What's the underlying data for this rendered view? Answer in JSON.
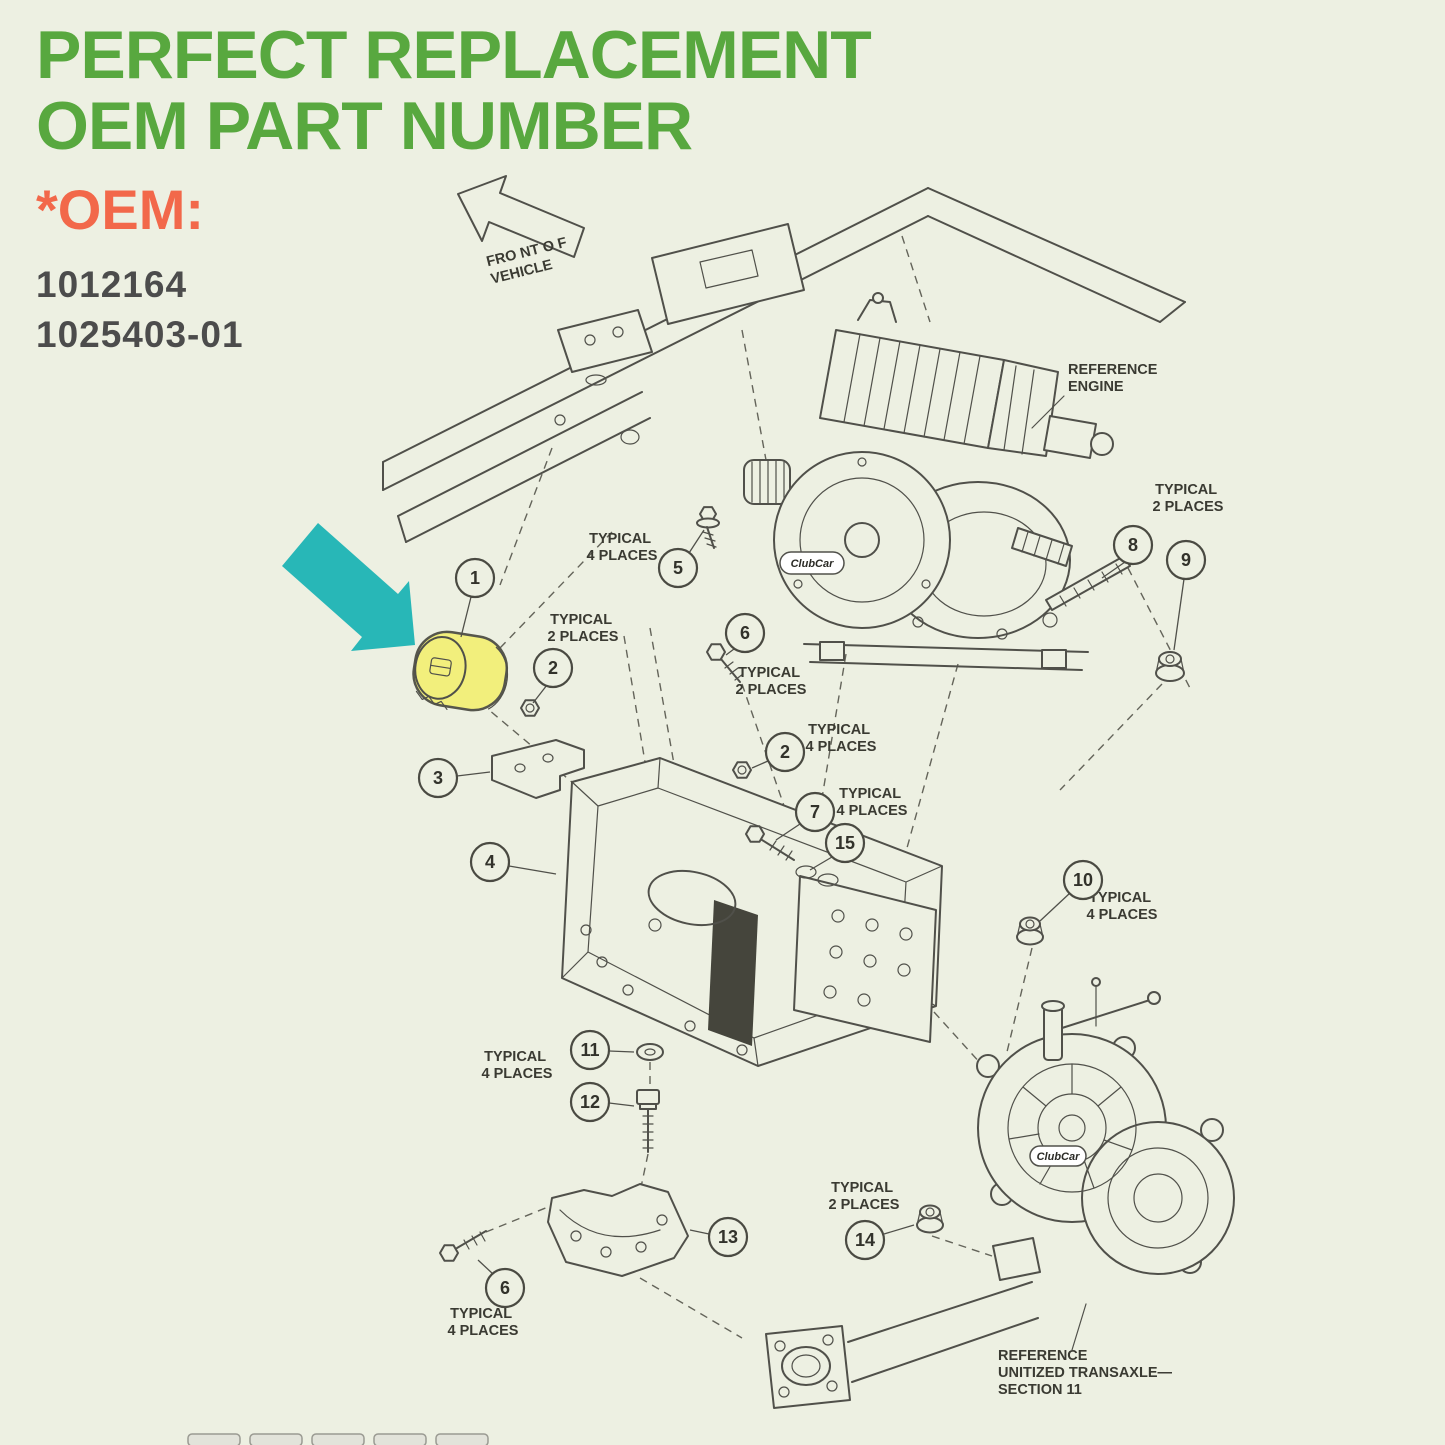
{
  "header": {
    "title_line1": "PERFECT REPLACEMENT",
    "title_line2": "OEM PART NUMBER",
    "oem_label": "*OEM:",
    "part_number_1": "1012164",
    "part_number_2": "1025403-01"
  },
  "colors": {
    "background": "#edf0e2",
    "title_green": "#58a83f",
    "oem_orange": "#f2684a",
    "part_number_gray": "#4c4c4c",
    "line": "#50504a",
    "highlight_yellow": "#f2ef7c",
    "arrow_teal": "#28b7b7"
  },
  "diagram": {
    "brand": "ClubCar",
    "front_arrow": {
      "l1": "FRO NT O F",
      "l2": "VEHICLE"
    },
    "ref_engine": {
      "l1": "REFERENCE",
      "l2": "ENGINE"
    },
    "ref_transaxle": {
      "l1": "REFERENCE",
      "l2": "UNITIZED TRANSAXLE—",
      "l3": "SECTION 11"
    },
    "callouts": [
      {
        "num": "1"
      },
      {
        "num": "2"
      },
      {
        "num": "3"
      },
      {
        "num": "4"
      },
      {
        "num": "5"
      },
      {
        "num": "6"
      },
      {
        "num": "2"
      },
      {
        "num": "7"
      },
      {
        "num": "15"
      },
      {
        "num": "8"
      },
      {
        "num": "9"
      },
      {
        "num": "10"
      },
      {
        "num": "11"
      },
      {
        "num": "12"
      },
      {
        "num": "13"
      },
      {
        "num": "6"
      },
      {
        "num": "14"
      }
    ],
    "notes": [
      {
        "l1": "TYPICAL",
        "l2": "4 PLACES"
      },
      {
        "l1": "TYPICAL",
        "l2": "2 PLACES"
      },
      {
        "l1": "TYPICAL",
        "l2": "2 PLACES"
      },
      {
        "l1": "TYPICAL",
        "l2": "2 PLACES"
      },
      {
        "l1": "TYPICAL",
        "l2": "4 PLACES"
      },
      {
        "l1": "TYPICAL",
        "l2": "4 PLACES"
      },
      {
        "l1": "TYPICAL",
        "l2": "4 PLACES"
      },
      {
        "l1": "TYPICAL",
        "l2": "4 PLACES"
      },
      {
        "l1": "TYPICAL",
        "l2": "2 PLACES"
      },
      {
        "l1": "TYPICAL",
        "l2": "4 PLACES"
      }
    ]
  }
}
